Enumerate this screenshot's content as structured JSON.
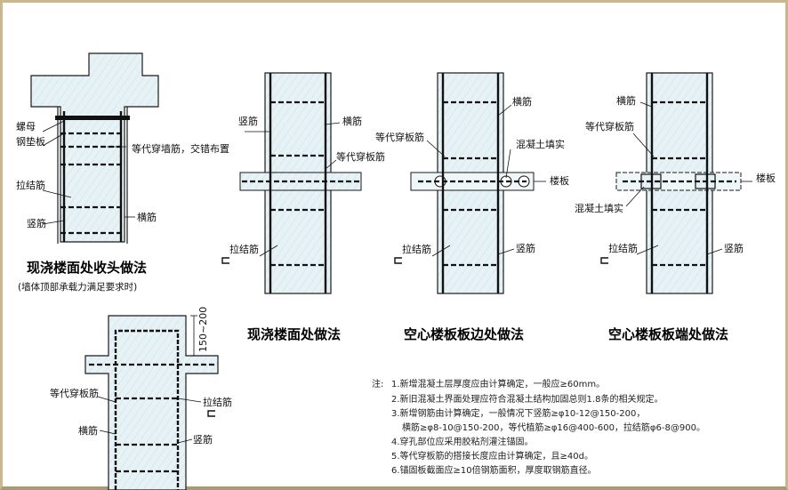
{
  "detail_1": {
    "title": "现浇楼面处收头做法",
    "subtitle": "(墙体顶部承载力满足要求时)",
    "labels": {
      "nut": "螺母",
      "steel_plate": "钢垫板",
      "equivalent_bars": "等代穿墙筋，交错布置",
      "tie_bar": "拉结筋",
      "vertical_bar": "竖筋",
      "horizontal_bar": "横筋"
    }
  },
  "detail_2": {
    "title": "现浇楼面处做法",
    "labels": {
      "vertical_bar": "竖筋",
      "horizontal_bar": "横筋",
      "equivalent_bars": "等代穿板筋",
      "tie_bar": "拉结筋"
    }
  },
  "detail_3": {
    "title": "空心楼板板边处做法",
    "labels": {
      "horizontal_bar": "横筋",
      "equivalent_bars": "等代穿板筋",
      "concrete_fill": "混凝土填实",
      "slab": "楼板",
      "tie_bar": "拉结筋",
      "vertical_bar": "竖筋"
    }
  },
  "detail_4": {
    "title": "空心楼板板端处做法",
    "labels": {
      "horizontal_bar": "横筋",
      "equivalent_bars": "等代穿板筋",
      "slab": "楼板",
      "concrete_fill": "混凝土填实",
      "tie_bar": "拉结筋",
      "vertical_bar": "竖筋"
    }
  },
  "detail_5": {
    "dimension": "150~200",
    "labels": {
      "equivalent_bars": "等代穿板筋",
      "tie_bar": "拉结筋",
      "horizontal_bar": "横筋",
      "vertical_bar": "竖筋"
    }
  },
  "notes": {
    "prefix": "注:",
    "items": [
      "1.新增混凝土层厚度应由计算确定，一般应≥60mm。",
      "2.新旧混凝土界面处理应符合混凝土结构加固总则1.8条的相关规定。",
      "3.新增钢筋由计算确定，一般情况下竖筋≥φ10-12@150-200，",
      "横筋≥φ8-10@150-200，等代植筋≥φ16@400-600，拉结筋φ6-8@900。",
      "4.穿孔部位应采用胶粘剂灌注锚固。",
      "5.等代穿板筋的搭接长度应由计算确定，且≥40d。",
      "6.锚固板截面应≥10倍钢筋面积，厚度取钢筋直径。"
    ]
  },
  "colors": {
    "concrete_fill": "#e6f2f5",
    "line": "#1a1a1a",
    "rebar": "#111111",
    "frame": "#c9b98a"
  }
}
